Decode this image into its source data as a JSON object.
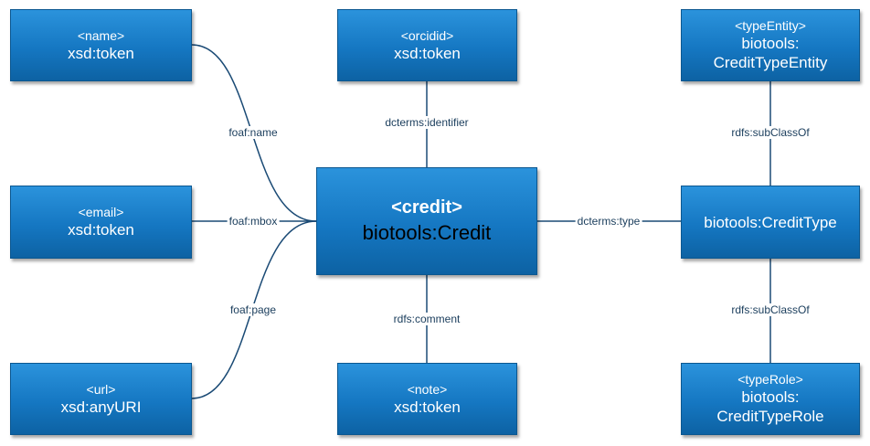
{
  "nodes": {
    "name": {
      "tag": "<name>",
      "type": "xsd:token"
    },
    "email": {
      "tag": "<email>",
      "type": "xsd:token"
    },
    "url": {
      "tag": "<url>",
      "type": "xsd:anyURI"
    },
    "orcidid": {
      "tag": "<orcidid>",
      "type": "xsd:token"
    },
    "credit": {
      "tag": "<credit>",
      "type": "biotools:Credit"
    },
    "note": {
      "tag": "<note>",
      "type": "xsd:token"
    },
    "typeEntity": {
      "tag": "<typeEntity>",
      "type_line1": "biotools:",
      "type_line2": "CreditTypeEntity"
    },
    "creditType": {
      "type": "biotools:CreditType"
    },
    "typeRole": {
      "tag": "<typeRole>",
      "type_line1": "biotools:",
      "type_line2": "CreditTypeRole"
    }
  },
  "edges": {
    "name": "foaf:name",
    "mbox": "foaf:mbox",
    "page": "foaf:page",
    "identifier": "dcterms:identifier",
    "comment": "rdfs:comment",
    "type": "dcterms:type",
    "subclass_entity": "rdfs:subClassOf",
    "subclass_role": "rdfs:subClassOf"
  }
}
